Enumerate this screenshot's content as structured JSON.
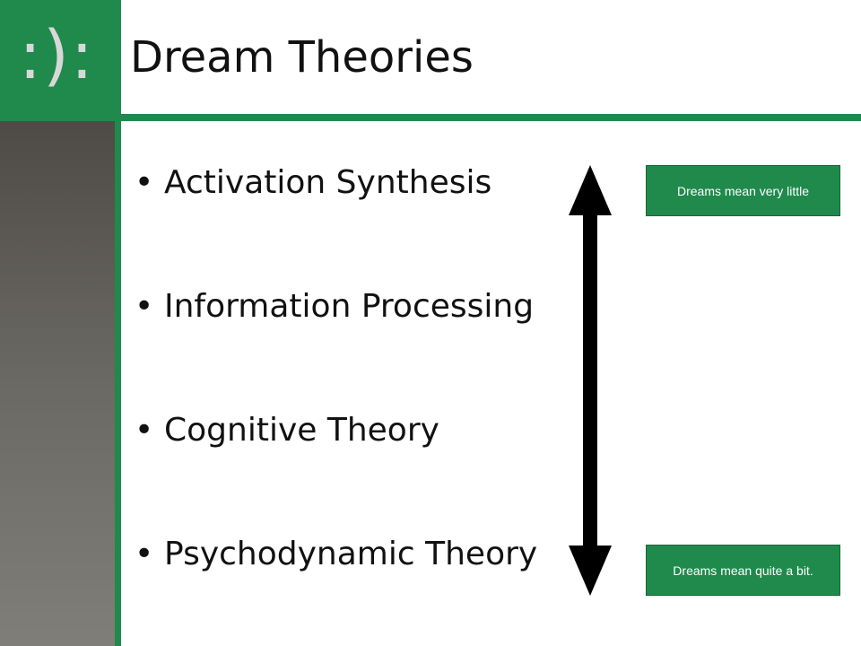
{
  "logo": {
    "text": ":):"
  },
  "title": "Dream Theories",
  "bullets": [
    {
      "label": "Activation Synthesis"
    },
    {
      "label": "Information Processing"
    },
    {
      "label": "Cognitive Theory"
    },
    {
      "label": "Psychodynamic Theory"
    }
  ],
  "bullet_symbol": "•",
  "scale": {
    "top_label": "Dreams mean very little",
    "bottom_label": "Dreams mean quite a bit."
  },
  "colors": {
    "accent_green": "#1f8a4c",
    "sidebar_gray": "#6b6963",
    "arrow": "#000000",
    "text": "#111111"
  }
}
